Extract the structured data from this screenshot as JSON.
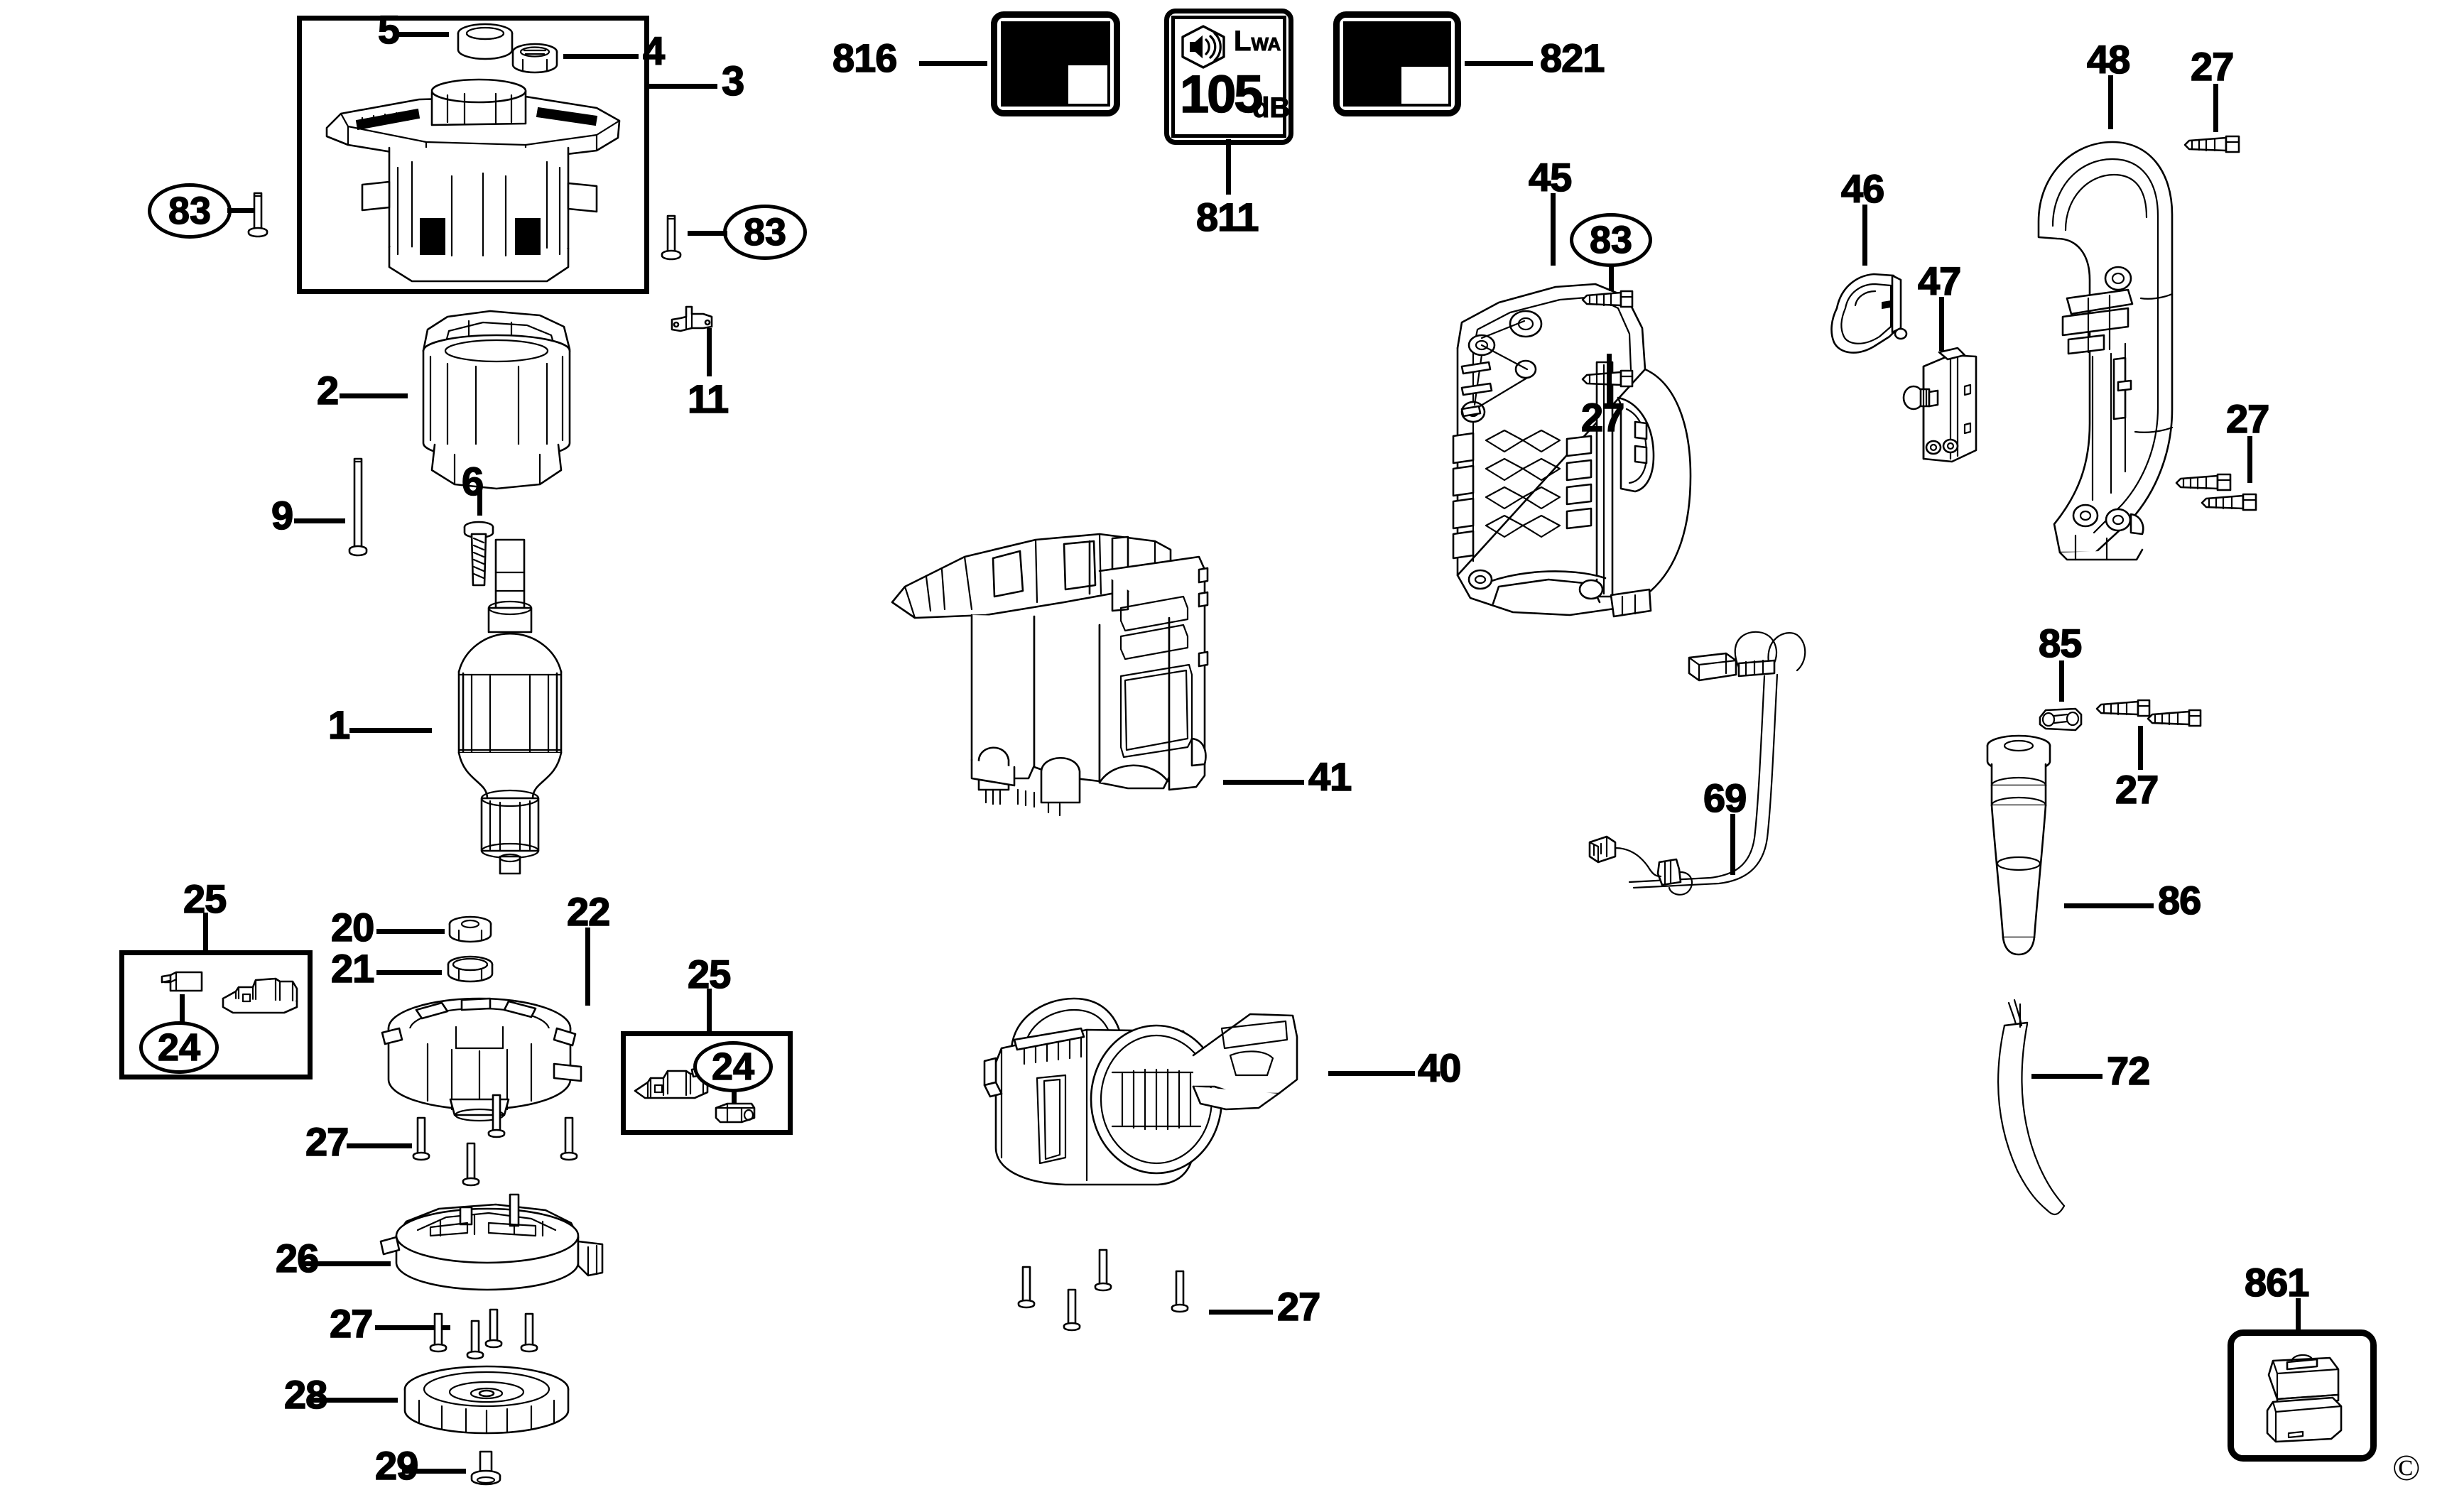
{
  "diagram": {
    "type": "exploded-parts-diagram",
    "copyright_symbol": "©"
  },
  "labels": {
    "warn_816": {
      "ref": "816",
      "name": "warning-label-816"
    },
    "noise_811": {
      "ref": "811",
      "lwa_text": "LwA",
      "lwa_main": "L",
      "lwa_sub": "WA",
      "value": "105",
      "unit": "dB",
      "name": "noise-rating-label-811"
    },
    "warn_821": {
      "ref": "821",
      "name": "warning-label-821"
    }
  },
  "callouts": [
    {
      "ref": "5",
      "name": "callout-5-bearing-cap"
    },
    {
      "ref": "4",
      "name": "callout-4-bearing"
    },
    {
      "ref": "3",
      "name": "callout-3-gearcase-assembly"
    },
    {
      "ref": "83",
      "name": "callout-83-screw-left"
    },
    {
      "ref": "83",
      "name": "callout-83-screw-right"
    },
    {
      "ref": "2",
      "name": "callout-2-field-stator"
    },
    {
      "ref": "11",
      "name": "callout-11-bracket"
    },
    {
      "ref": "9",
      "name": "callout-9-long-screw"
    },
    {
      "ref": "6",
      "name": "callout-6-pinion"
    },
    {
      "ref": "1",
      "name": "callout-1-armature"
    },
    {
      "ref": "25",
      "name": "callout-25-brush-assembly-left"
    },
    {
      "ref": "24",
      "name": "callout-24-carbon-brush-left"
    },
    {
      "ref": "20",
      "name": "callout-20-bearing"
    },
    {
      "ref": "21",
      "name": "callout-21-bearing-retainer"
    },
    {
      "ref": "22",
      "name": "callout-22-brush-housing"
    },
    {
      "ref": "25",
      "name": "callout-25-brush-assembly-right"
    },
    {
      "ref": "24",
      "name": "callout-24-carbon-brush-right"
    },
    {
      "ref": "27",
      "name": "callout-27-screws-upper"
    },
    {
      "ref": "26",
      "name": "callout-26-end-cap"
    },
    {
      "ref": "27",
      "name": "callout-27-screws-lower"
    },
    {
      "ref": "28",
      "name": "callout-28-fan"
    },
    {
      "ref": "29",
      "name": "callout-29-fan-screw"
    },
    {
      "ref": "41",
      "name": "callout-41-housing-half"
    },
    {
      "ref": "40",
      "name": "callout-40-motor-housing"
    },
    {
      "ref": "27",
      "name": "callout-27-housing-screws"
    },
    {
      "ref": "45",
      "name": "callout-45-handle-housing"
    },
    {
      "ref": "83",
      "name": "callout-83-screw-handle"
    },
    {
      "ref": "46",
      "name": "callout-46-trigger"
    },
    {
      "ref": "27",
      "name": "callout-27-screw-handle"
    },
    {
      "ref": "47",
      "name": "callout-47-switch"
    },
    {
      "ref": "48",
      "name": "callout-48-handle-cover"
    },
    {
      "ref": "27",
      "name": "callout-27-screw-handle-top"
    },
    {
      "ref": "27",
      "name": "callout-27-screw-handle-bottom"
    },
    {
      "ref": "69",
      "name": "callout-69-wire-harness"
    },
    {
      "ref": "85",
      "name": "callout-85-cord-clamp"
    },
    {
      "ref": "27",
      "name": "callout-27-cord-clamp-screws"
    },
    {
      "ref": "86",
      "name": "callout-86-cord-protector"
    },
    {
      "ref": "72",
      "name": "callout-72-power-cord"
    },
    {
      "ref": "861",
      "name": "callout-861-carrying-case"
    }
  ],
  "refs": {
    "n1": "1",
    "n2": "2",
    "n3": "3",
    "n4": "4",
    "n5": "5",
    "n6": "6",
    "n9": "9",
    "n11": "11",
    "n20": "20",
    "n21": "21",
    "n22": "22",
    "n24": "24",
    "n25": "25",
    "n26": "26",
    "n27": "27",
    "n28": "28",
    "n29": "29",
    "n40": "40",
    "n41": "41",
    "n45": "45",
    "n46": "46",
    "n47": "47",
    "n48": "48",
    "n69": "69",
    "n72": "72",
    "n83": "83",
    "n85": "85",
    "n86": "86",
    "n811": "811",
    "n816": "816",
    "n821": "821",
    "n861": "861"
  }
}
